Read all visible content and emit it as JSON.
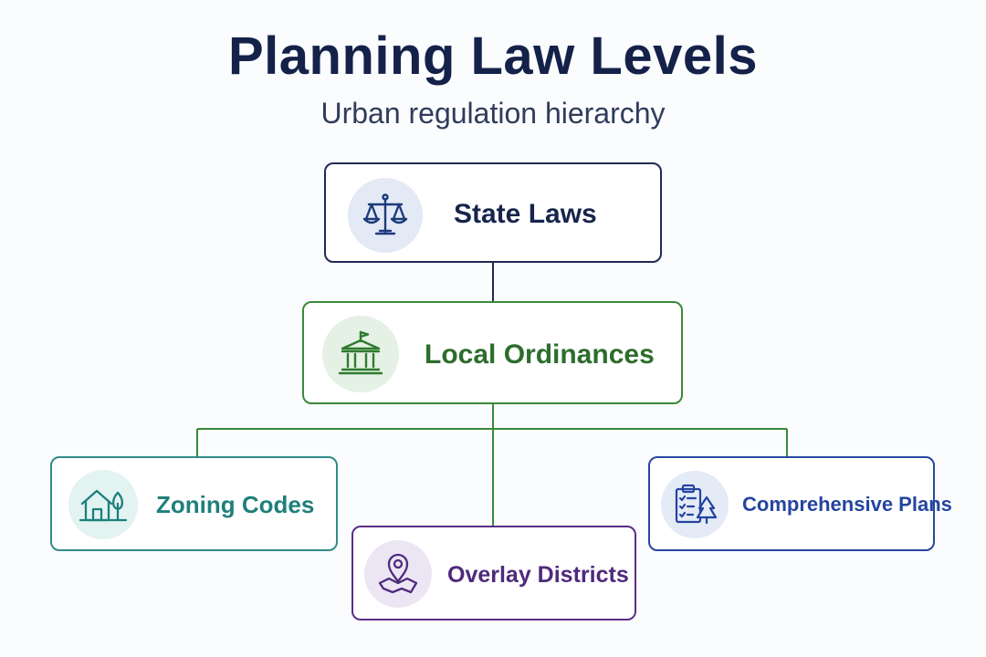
{
  "header": {
    "title": "Planning Law Levels",
    "subtitle": "Urban regulation hierarchy"
  },
  "nodes": {
    "state": {
      "label": "State Laws",
      "icon": "scales-of-justice-icon",
      "color": "#1d2a52"
    },
    "local": {
      "label": "Local Ordinances",
      "icon": "courthouse-icon",
      "color": "#3a8a3a"
    },
    "zoning": {
      "label": "Zoning Codes",
      "icon": "house-tree-icon",
      "color": "#2f8c89"
    },
    "overlay": {
      "label": "Overlay Districts",
      "icon": "map-pin-icon",
      "color": "#5b2f88"
    },
    "comprehensive": {
      "label": "Comprehensive Plans",
      "icon": "clipboard-checklist-tree-icon",
      "color": "#2747a0"
    }
  },
  "edges": [
    {
      "from": "State Laws",
      "to": "Local Ordinances"
    },
    {
      "from": "Local Ordinances",
      "to": "Zoning Codes"
    },
    {
      "from": "Local Ordinances",
      "to": "Overlay Districts"
    },
    {
      "from": "Local Ordinances",
      "to": "Comprehensive Plans"
    }
  ]
}
